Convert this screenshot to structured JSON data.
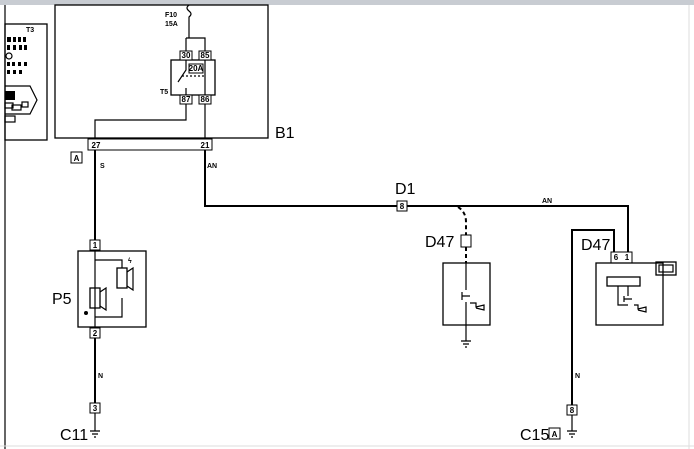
{
  "components": {
    "b1": {
      "label": "B1",
      "fuse_name": "F10",
      "fuse_rating": "15A",
      "relay_name": "T5",
      "relay_rating": "20A",
      "relay_pins": [
        "30",
        "85",
        "87",
        "86"
      ],
      "connector_pins": [
        "27",
        "21"
      ],
      "connector_tag": "A",
      "panel_label": "T3"
    },
    "p5": {
      "label": "P5",
      "pins": [
        "1",
        "2"
      ]
    },
    "c11": {
      "label": "C11",
      "pin": "3"
    },
    "d1": {
      "label": "D1",
      "pin": "8"
    },
    "d47_left": {
      "label": "D47"
    },
    "d47_right": {
      "label": "D47",
      "pins": [
        "6",
        "1"
      ]
    },
    "c15": {
      "label": "C15",
      "pin": "8",
      "tag": "A"
    }
  },
  "wires": {
    "s": "S",
    "an_1": "AN",
    "an_2": "AN",
    "n_left": "N",
    "n_right": "N"
  }
}
